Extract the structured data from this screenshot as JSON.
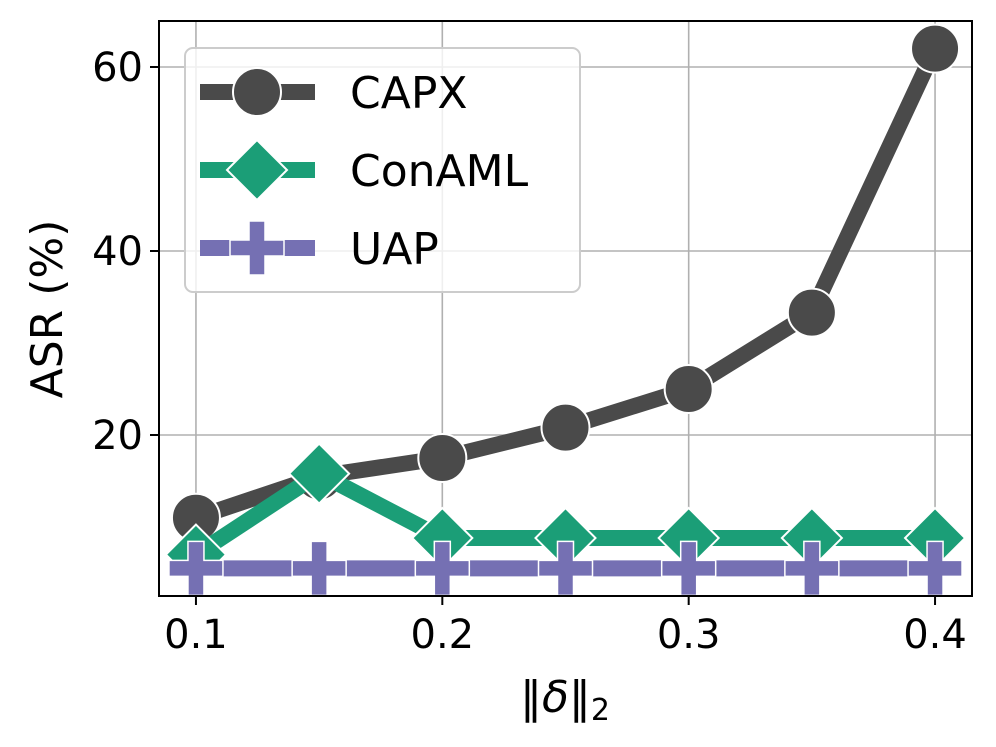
{
  "chart_data": {
    "type": "line",
    "title": "",
    "xlabel": "‖δ‖₂",
    "ylabel": "ASR (%)",
    "x": [
      0.1,
      0.15,
      0.2,
      0.25,
      0.3,
      0.35,
      0.4
    ],
    "xticks": [
      0.1,
      0.2,
      0.3,
      0.4
    ],
    "xtick_labels": [
      "0.1",
      "0.2",
      "0.3",
      "0.4"
    ],
    "yticks": [
      20,
      40,
      60
    ],
    "ytick_labels": [
      "20",
      "40",
      "60"
    ],
    "xlim": [
      0.085,
      0.415
    ],
    "ylim": [
      2.5,
      65
    ],
    "grid": true,
    "legend_position": "top-left",
    "series": [
      {
        "name": "CAPX",
        "marker": "circle",
        "color": "#4a4a4a",
        "values": [
          11.0,
          15.5,
          17.5,
          20.8,
          25.0,
          33.3,
          62.0
        ]
      },
      {
        "name": "ConAML",
        "marker": "diamond",
        "color": "#1b9e77",
        "values": [
          7.0,
          15.8,
          8.8,
          8.8,
          8.8,
          8.8,
          8.8
        ]
      },
      {
        "name": "UAP",
        "marker": "plus",
        "color": "#7570b3",
        "values": [
          5.5,
          5.5,
          5.5,
          5.5,
          5.5,
          5.5,
          5.5
        ]
      }
    ]
  }
}
